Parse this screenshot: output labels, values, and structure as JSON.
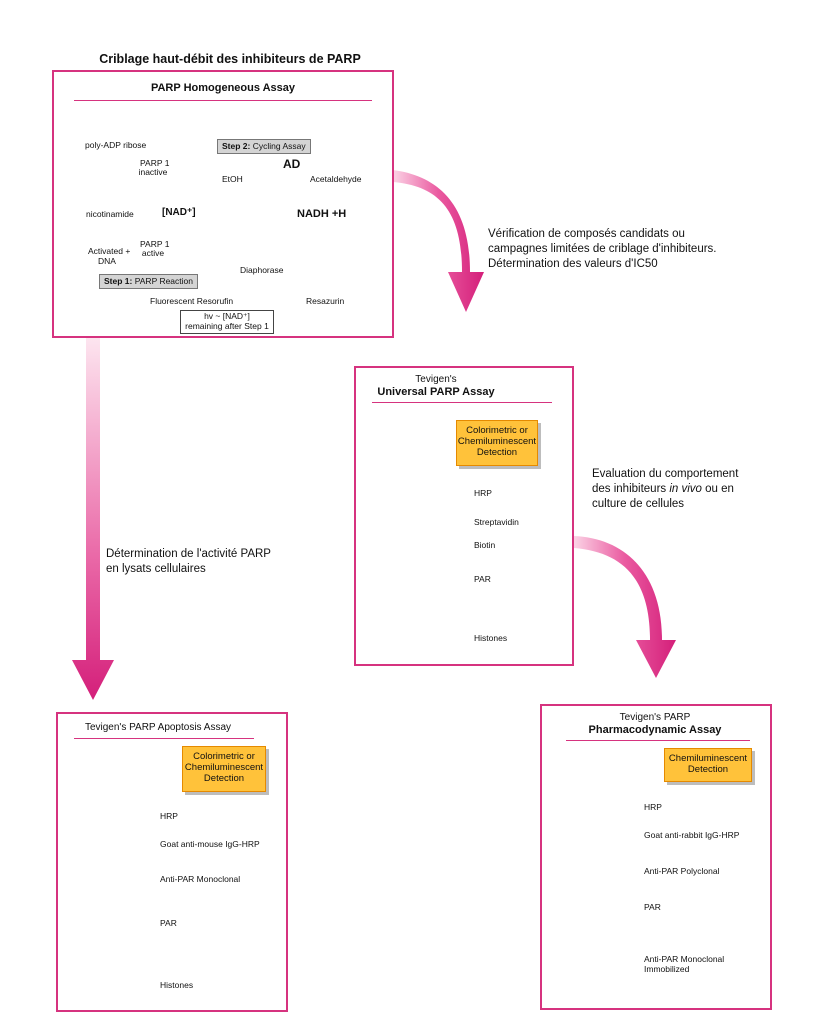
{
  "main_title": "Criblage haut-débit des inhibiteurs de PARP",
  "colors": {
    "accent": "#d6337f",
    "detection": "#ffc23a",
    "bead": "#7fc45a",
    "histone": "#8fa6dd",
    "antibody": "#3b3f99",
    "hrp": "#5b2a86"
  },
  "homogeneous": {
    "title": "PARP Homogeneous Assay",
    "poly_adp": "poly-ADP ribose",
    "parp_inactive": [
      "PARP 1",
      "inactive"
    ],
    "parp_active": [
      "PARP 1",
      "active"
    ],
    "nicotinamide": "nicotinamide",
    "nad": "[NAD⁺]",
    "activated_dna": [
      "Activated +",
      "DNA"
    ],
    "step2_num": "Step 2:",
    "step2_name": "Cycling Assay",
    "step1_num": "Step 1:",
    "step1_name": "PARP Reaction",
    "etoh": "EtOH",
    "ad": "AD",
    "acetaldehyde": "Acetaldehyde",
    "nadh": "NADH +H",
    "diaphorase": "Diaphorase",
    "resorufin": "Fluorescent Resorufin",
    "resazurin": "Resazurin",
    "hv": [
      "hv ~ [NAD⁺]",
      "remaining after Step 1"
    ]
  },
  "note1": [
    "Vérification de composés candidats ou",
    "campagnes limitées de criblage d'inhibiteurs.",
    "Détermination des valeurs d'IC50"
  ],
  "note2_lines": [
    "Evaluation du comportement",
    "culture de cellules"
  ],
  "note2_pre": "des inhibiteurs ",
  "note2_ital": "in vivo",
  "note2_post": " ou en",
  "note3": [
    "Détermination de l'activité PARP",
    "en lysats cellulaires"
  ],
  "universal": {
    "title_top": "Tevigen's",
    "title_bold": "Universal PARP Assay",
    "detection": [
      "Colorimetric or",
      "Chemiluminescent",
      "Detection"
    ],
    "labels": [
      "HRP",
      "Streptavidin",
      "Biotin",
      "PAR",
      "Histones"
    ]
  },
  "apoptosis": {
    "title": "Tevigen's PARP Apoptosis Assay",
    "detection": [
      "Colorimetric or",
      "Chemiluminescent",
      "Detection"
    ],
    "labels": [
      "HRP",
      "Goat anti-mouse IgG-HRP",
      "Anti-PAR Monoclonal",
      "PAR",
      "Histones"
    ]
  },
  "pharmaco": {
    "title_top": "Tevigen's PARP",
    "title_bold": "Pharmacodynamic Assay",
    "detection": [
      "Chemiluminescent",
      "Detection"
    ],
    "labels": [
      "HRP",
      "Goat anti-rabbit IgG-HRP",
      "Anti-PAR Polyclonal",
      "PAR",
      "Anti-PAR Monoclonal",
      "Immobilized"
    ]
  }
}
